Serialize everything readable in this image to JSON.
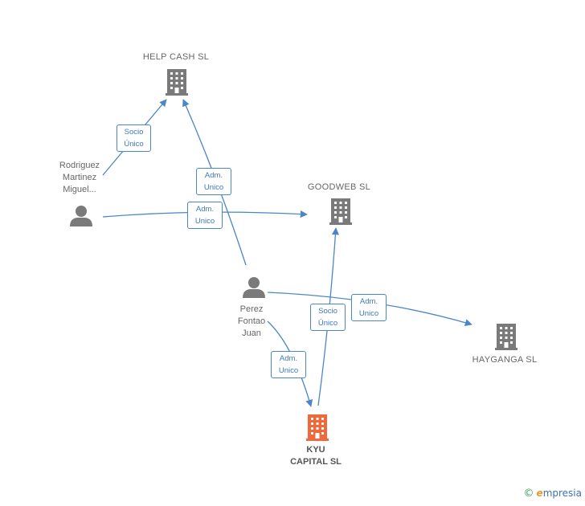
{
  "nodes": {
    "help_cash": {
      "label": "HELP CASH  SL",
      "kind": "company"
    },
    "goodweb": {
      "label": "GOODWEB  SL",
      "kind": "company"
    },
    "hayganga": {
      "label": "HAYGANGA  SL",
      "kind": "company"
    },
    "kyu_capital": {
      "label": "KYU\nCAPITAL  SL",
      "kind": "company-focus"
    },
    "rodriguez": {
      "label": "Rodriguez\nMartinez\nMiguel...",
      "kind": "person"
    },
    "perez": {
      "label": "Perez\nFontao\nJuan",
      "kind": "person"
    }
  },
  "edges": {
    "rodriguez_helpcash": {
      "label": "Socio\nÚnico"
    },
    "perez_helpcash": {
      "label": "Adm.\nUnico"
    },
    "rodriguez_goodweb": {
      "label": "Adm.\nUnico"
    },
    "kyu_goodweb": {
      "label": "Socio\nÚnico"
    },
    "perez_hayganga": {
      "label": "Adm.\nUnico"
    },
    "perez_kyu": {
      "label": "Adm.\nUnico"
    }
  },
  "colors": {
    "edge": "#4a86c8",
    "company": "#7a7a7a",
    "company_focus": "#f0693a",
    "person": "#7a7a7a"
  },
  "brand": {
    "copyright": "©",
    "initial": "e",
    "rest": "mpresia"
  }
}
